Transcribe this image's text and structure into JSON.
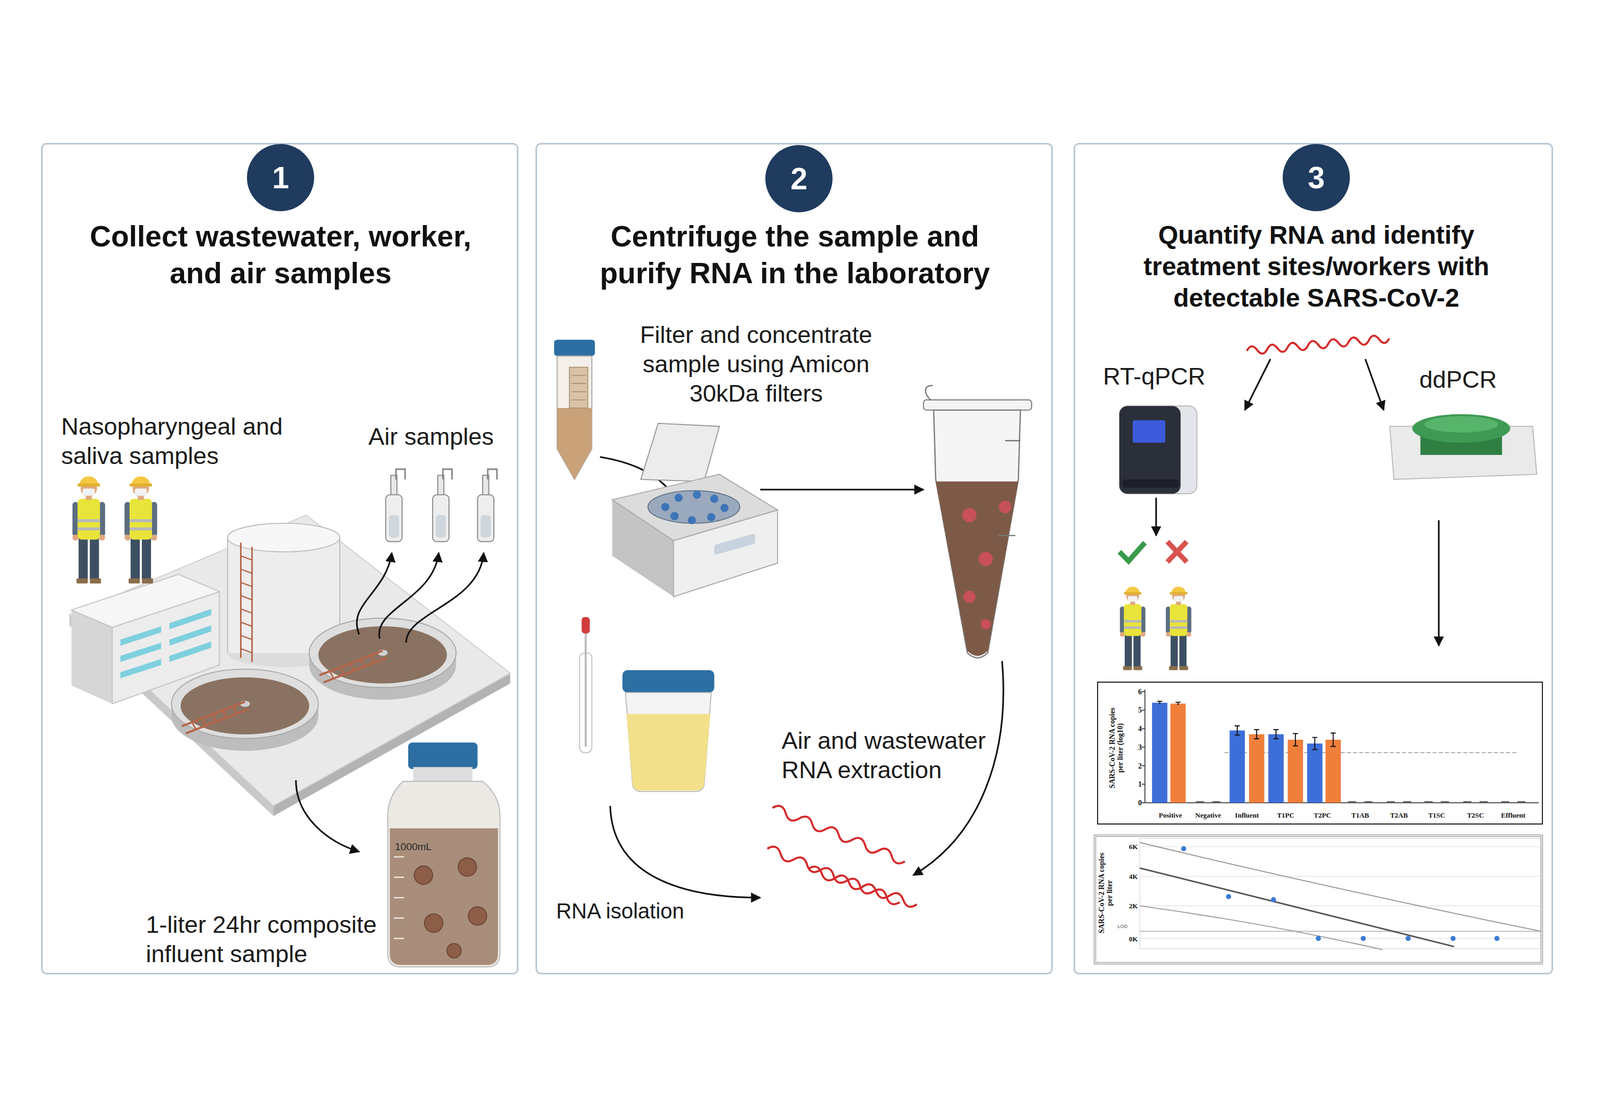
{
  "diagram": {
    "nodes": [
      {
        "text": [
          "Collect wastewater, worker, and air samples"
        ]
      },
      {
        "text": [
          "1"
        ],
        "in": 0
      },
      {
        "text": [
          "Centrifuge the sample and purify RNA in the laboratory"
        ]
      },
      {
        "text": [
          "2"
        ],
        "in": 2
      },
      {
        "text": [
          "Quantify RNA and identify treatment sites/workers with detectable SARS-CoV-2"
        ]
      },
      {
        "text": [
          "3"
        ],
        "in": 4
      },
      {
        "text": [
          "SARS-CoV-2 RNA copies per liter (log10)",
          "0",
          "1",
          "2",
          "3",
          "4",
          "5",
          "6",
          "Positive",
          "Negative",
          "Influent",
          "T1PC",
          "T2PC",
          "T1AB",
          "T2AB",
          "T1SC",
          "T2SC",
          "Effluent"
        ],
        "in": 4
      },
      {
        "text": [
          "SARS-CoV-2 RNA copies per liter",
          "6K",
          "4K",
          "2K",
          "0K",
          "LOD"
        ],
        "in": 4
      }
    ],
    "labels": [
      "Nasopharyngeal and saliva samples",
      "Air samples",
      "1000mL",
      "1-liter 24hr composite influent sample",
      "Filter and concentrate sample using Amicon 30kDa filters",
      "Air and wastewater RNA extraction",
      "RNA isolation",
      "RT-qPCR",
      "ddPCR"
    ]
  }
}
